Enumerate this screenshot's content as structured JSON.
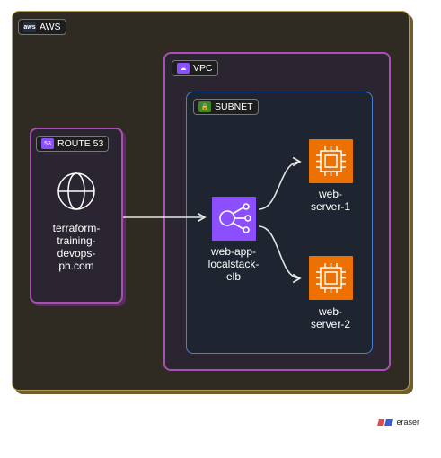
{
  "groups": {
    "aws": {
      "label": "AWS",
      "icon": "aws-logo-icon"
    },
    "vpc": {
      "label": "VPC",
      "icon": "vpc-icon"
    },
    "subnet": {
      "label": "SUBNET",
      "icon": "lock-icon"
    },
    "route53": {
      "label": "ROUTE 53",
      "icon": "route53-icon"
    }
  },
  "nodes": {
    "domain": {
      "label": "terraform-\ntraining-\ndevops-\nph.com",
      "icon": "globe-icon"
    },
    "elb": {
      "label": "web-app-\nlocalstack-\nelb",
      "icon": "load-balancer-icon",
      "color": "#8c4fff"
    },
    "server1": {
      "label": "web-\nserver-1",
      "icon": "ec2-chip-icon",
      "color": "#ed7100"
    },
    "server2": {
      "label": "web-\nserver-2",
      "icon": "ec2-chip-icon",
      "color": "#ed7100"
    }
  },
  "brand": {
    "name": "eraser",
    "icon": "eraser-logo-icon"
  },
  "colors": {
    "aws_bg": "#2f2b22",
    "vpc_border": "#a94eb3",
    "subnet_border": "#4a7fcf",
    "edge": "#e6e6e6"
  }
}
